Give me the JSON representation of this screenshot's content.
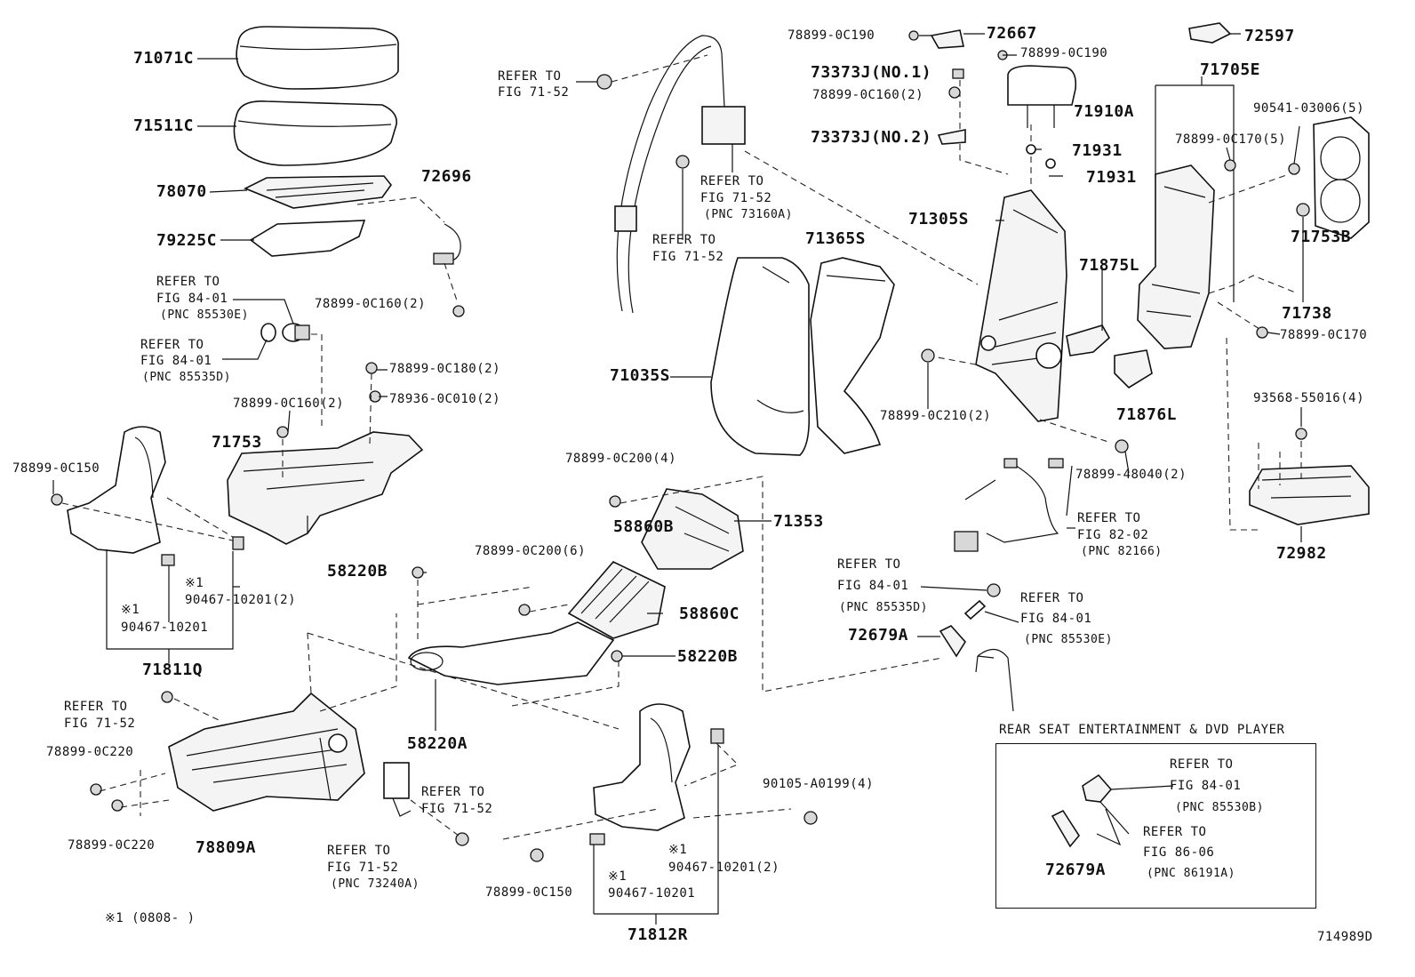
{
  "labels": {
    "71071C": "71071C",
    "71511C": "71511C",
    "78070": "78070",
    "79225C": "79225C",
    "72696": "72696",
    "ref_85530E_left_1": "REFER TO",
    "ref_85530E_left_2": "FIG 84-01",
    "ref_85530E_left_3": "(PNC 85530E)",
    "ref_85535D_left_1": "REFER TO",
    "ref_85535D_left_2": "FIG 84-01",
    "ref_85535D_left_3": "(PNC 85535D)",
    "78899_0C160_2a": "78899-0C160(2)",
    "78899_0C180_2": "78899-0C180(2)",
    "78936_0C010_2": "78936-0C010(2)",
    "78899_0C160_2b": "78899-0C160(2)",
    "71753": "71753",
    "78899_0C150_a": "78899-0C150",
    "x1_a": "※1",
    "90467_10201_2a": "90467-10201(2)",
    "x1_b": "※1",
    "90467_10201_a": "90467-10201",
    "71811Q": "71811Q",
    "ref_7152_a1": "REFER TO",
    "ref_7152_a2": "FIG 71-52",
    "78899_0C220_a": "78899-0C220",
    "78899_0C220_b": "78899-0C220",
    "78809A": "78809A",
    "ref_7152_b1": "REFER TO",
    "ref_7152_b2": "FIG 71-52",
    "ref_73240A_1": "REFER TO",
    "ref_73240A_2": "FIG 71-52",
    "ref_73240A_3": "(PNC 73240A)",
    "footnote": "※1 (0808-      )",
    "ref_7152_c1": "REFER TO",
    "ref_7152_c2": "FIG 71-52",
    "ref_73160A_1": "REFER TO",
    "ref_73160A_2": "FIG 71-52",
    "ref_73160A_3": "(PNC 73160A)",
    "ref_7152_d1": "REFER TO",
    "ref_7152_d2": "FIG 71-52",
    "71365S": "71365S",
    "71035S": "71035S",
    "78899_0C200_4": "78899-0C200(4)",
    "58860B": "58860B",
    "78899_0C200_6": "78899-0C200(6)",
    "71353": "71353",
    "58220B_a": "58220B",
    "58860C": "58860C",
    "58220B_b": "58220B",
    "58220A": "58220A",
    "90105_A0199_4": "90105-A0199(4)",
    "x1_c": "※1",
    "90467_10201_2b": "90467-10201(2)",
    "x1_d": "※1",
    "90467_10201_b": "90467-10201",
    "78899_0C150_b": "78899-0C150",
    "71812R": "71812R",
    "78899_0C190_a": "78899-0C190",
    "72667": "72667",
    "78899_0C190_b": "78899-0C190",
    "73373J_no1": "73373J(NO.1)",
    "78899_0C160_2c": "78899-0C160(2)",
    "73373J_no2": "73373J(NO.2)",
    "71910A": "71910A",
    "71931_a": "71931",
    "71931_b": "71931",
    "71305S": "71305S",
    "71875L": "71875L",
    "78899_0C210_2": "78899-0C210(2)",
    "71876L": "71876L",
    "78899_48040_2": "78899-48040(2)",
    "ref_82166_1": "REFER TO",
    "ref_82166_2": "FIG 82-02",
    "ref_82166_3": "(PNC 82166)",
    "ref_85535D_mid_1": "REFER TO",
    "ref_85535D_mid_2": "FIG 84-01",
    "ref_85535D_mid_3": "(PNC 85535D)",
    "ref_85530E_mid_1": "REFER TO",
    "ref_85530E_mid_2": "FIG 84-01",
    "ref_85530E_mid_3": "(PNC 85530E)",
    "72679A_a": "72679A",
    "72597": "72597",
    "71705E": "71705E",
    "90541_03006_5": "90541-03006(5)",
    "78899_0C170_5": "78899-0C170(5)",
    "71753B": "71753B",
    "71738": "71738",
    "78899_0C170": "78899-0C170",
    "93568_55016_4": "93568-55016(4)",
    "72982": "72982",
    "box_title": "REAR SEAT ENTERTAINMENT & DVD PLAYER",
    "ref_85530B_1": "REFER TO",
    "ref_85530B_2": "FIG 84-01",
    "ref_85530B_3": "(PNC 85530B)",
    "ref_86191A_1": "REFER TO",
    "ref_86191A_2": "FIG 86-06",
    "ref_86191A_3": "(PNC 86191A)",
    "72679A_b": "72679A",
    "diagram_id": "714989D"
  }
}
